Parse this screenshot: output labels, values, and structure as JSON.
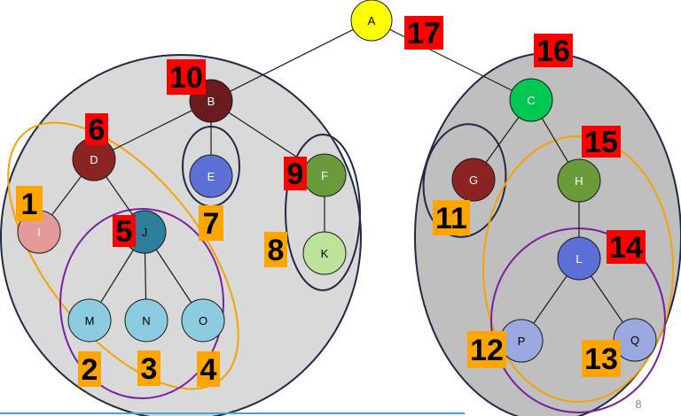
{
  "page_number": "8",
  "nodes": [
    {
      "id": "A",
      "label": "A",
      "fill": "#ffff00",
      "text_color": "#000000"
    },
    {
      "id": "B",
      "label": "B",
      "fill": "#6b1a1f",
      "text_color": "#ffffff"
    },
    {
      "id": "C",
      "label": "C",
      "fill": "#00c853",
      "text_color": "#ffffff"
    },
    {
      "id": "D",
      "label": "D",
      "fill": "#8b2323",
      "text_color": "#ffffff"
    },
    {
      "id": "E",
      "label": "E",
      "fill": "#5b6fd6",
      "text_color": "#ffffff"
    },
    {
      "id": "F",
      "label": "F",
      "fill": "#6b9a3a",
      "text_color": "#ffffff"
    },
    {
      "id": "G",
      "label": "G",
      "fill": "#8b2323",
      "text_color": "#ffffff"
    },
    {
      "id": "H",
      "label": "H",
      "fill": "#6b9a3a",
      "text_color": "#ffffff"
    },
    {
      "id": "I",
      "label": "I",
      "fill": "#e39a98",
      "text_color": "#ffffff"
    },
    {
      "id": "J",
      "label": "J",
      "fill": "#2e7d9a",
      "text_color": "#000000"
    },
    {
      "id": "K",
      "label": "K",
      "fill": "#bde39a",
      "text_color": "#000000"
    },
    {
      "id": "L",
      "label": "L",
      "fill": "#5b6fd6",
      "text_color": "#ffffff"
    },
    {
      "id": "M",
      "label": "M",
      "fill": "#8ccbe0",
      "text_color": "#000000"
    },
    {
      "id": "N",
      "label": "N",
      "fill": "#8ccbe0",
      "text_color": "#000000"
    },
    {
      "id": "O",
      "label": "O",
      "fill": "#8ccbe0",
      "text_color": "#000000"
    },
    {
      "id": "P",
      "label": "P",
      "fill": "#9aa8e0",
      "text_color": "#000000"
    },
    {
      "id": "Q",
      "label": "Q",
      "fill": "#9aa8e0",
      "text_color": "#000000"
    }
  ],
  "edges": [
    [
      "A",
      "B"
    ],
    [
      "A",
      "C"
    ],
    [
      "B",
      "D"
    ],
    [
      "B",
      "E"
    ],
    [
      "B",
      "F"
    ],
    [
      "D",
      "I"
    ],
    [
      "D",
      "J"
    ],
    [
      "J",
      "M"
    ],
    [
      "J",
      "N"
    ],
    [
      "J",
      "O"
    ],
    [
      "F",
      "K"
    ],
    [
      "C",
      "G"
    ],
    [
      "C",
      "H"
    ],
    [
      "H",
      "L"
    ],
    [
      "L",
      "P"
    ],
    [
      "L",
      "Q"
    ]
  ],
  "badges": [
    {
      "id": "b1",
      "text": "1",
      "style": "orange"
    },
    {
      "id": "b2",
      "text": "2",
      "style": "orange"
    },
    {
      "id": "b3",
      "text": "3",
      "style": "orange"
    },
    {
      "id": "b4",
      "text": "4",
      "style": "orange"
    },
    {
      "id": "b5",
      "text": "5",
      "style": "red"
    },
    {
      "id": "b6",
      "text": "6",
      "style": "red"
    },
    {
      "id": "b7",
      "text": "7",
      "style": "orange"
    },
    {
      "id": "b8",
      "text": "8",
      "style": "orange"
    },
    {
      "id": "b9",
      "text": "9",
      "style": "red"
    },
    {
      "id": "b10",
      "text": "10",
      "style": "red"
    },
    {
      "id": "b11",
      "text": "11",
      "style": "orange"
    },
    {
      "id": "b12",
      "text": "12",
      "style": "orange"
    },
    {
      "id": "b13",
      "text": "13",
      "style": "orange"
    },
    {
      "id": "b14",
      "text": "14",
      "style": "red"
    },
    {
      "id": "b15",
      "text": "15",
      "style": "red"
    },
    {
      "id": "b16",
      "text": "16",
      "style": "red"
    },
    {
      "id": "b17",
      "text": "17",
      "style": "red"
    }
  ],
  "colors": {
    "red_badge": "#ff0000",
    "orange_badge": "#ffa500",
    "left_blob": "#d9d9d9",
    "right_blob": "#bfbfbf",
    "outline_dark": "#1f2a44",
    "outline_orange": "#f5a300",
    "outline_purple": "#7a1fa2",
    "bottom_line": "#4aa3c8"
  }
}
